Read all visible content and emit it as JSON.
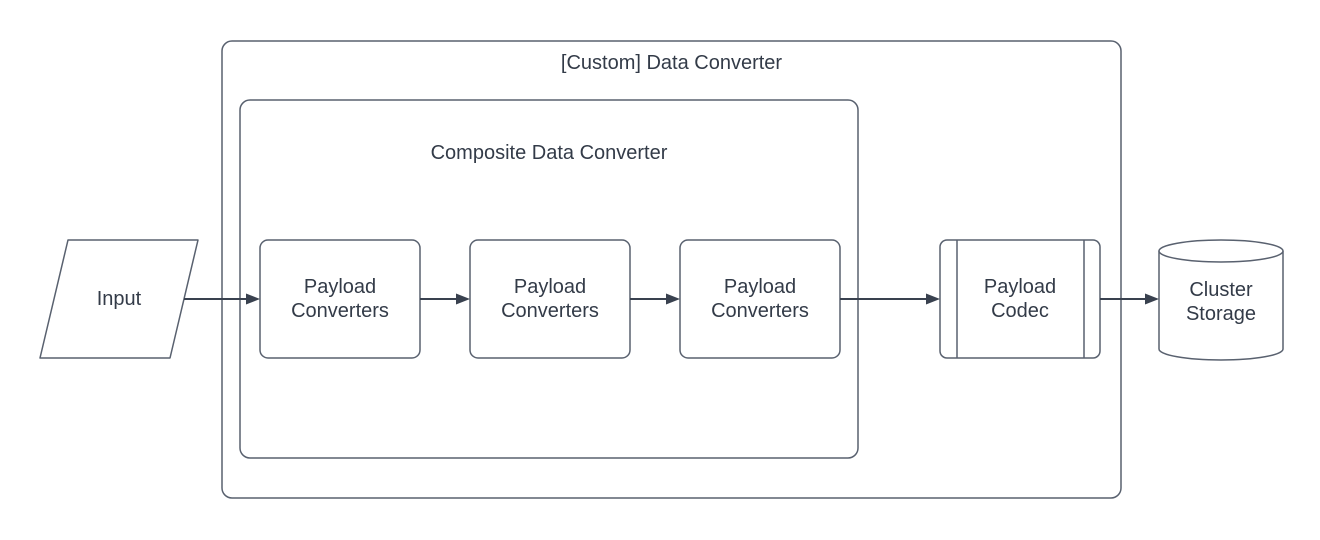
{
  "diagram": {
    "containers": {
      "custom": {
        "title": "[Custom] Data Converter"
      },
      "composite": {
        "title": "Composite Data Converter"
      }
    },
    "nodes": {
      "input": {
        "label": "Input",
        "shape": "parallelogram"
      },
      "payload_converter_1": {
        "label": "Payload Converters",
        "shape": "rounded-rectangle"
      },
      "payload_converter_2": {
        "label": "Payload Converters",
        "shape": "rounded-rectangle"
      },
      "payload_converter_3": {
        "label": "Payload Converters",
        "shape": "predefined-process"
      },
      "payload_codec": {
        "label": "Payload Codec",
        "shape": "predefined-process"
      },
      "cluster_storage": {
        "label": "Cluster Storage",
        "shape": "cylinder"
      }
    },
    "edges": [
      {
        "from": "input",
        "to": "payload_converter_1"
      },
      {
        "from": "payload_converter_1",
        "to": "payload_converter_2"
      },
      {
        "from": "payload_converter_2",
        "to": "payload_converter_3"
      },
      {
        "from": "payload_converter_3",
        "to": "payload_codec"
      },
      {
        "from": "payload_codec",
        "to": "cluster_storage"
      }
    ],
    "colors": {
      "background": "#ffffff",
      "shape_stroke": "#59616f",
      "connector": "#39414f",
      "text": "#333b48"
    }
  }
}
